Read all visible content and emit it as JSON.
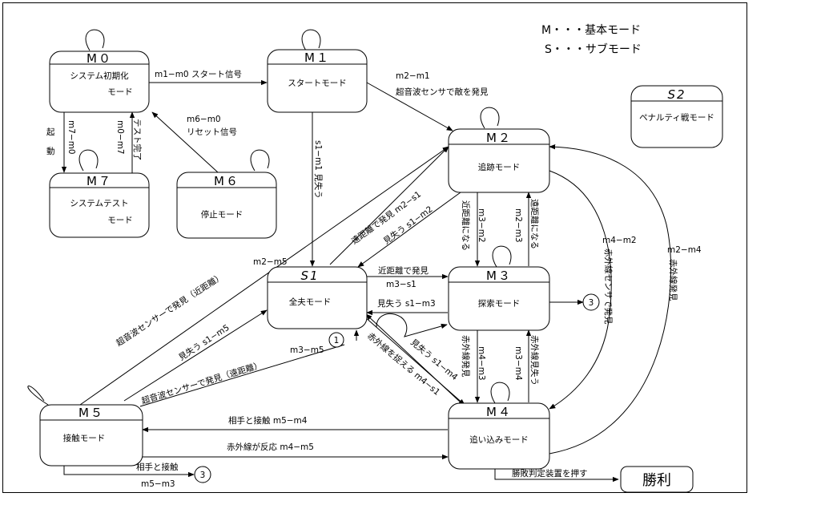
{
  "legend": {
    "main": "M・・・基本モード",
    "sub": "S・・・サブモード"
  },
  "states": {
    "m0": {
      "title": "M０",
      "line1": "システム初期化",
      "line2": "モード"
    },
    "m1": {
      "title": "M１",
      "line1": "スタートモード"
    },
    "m2": {
      "title": "M２",
      "line1": "追跡モード"
    },
    "m3": {
      "title": "M３",
      "line1": "探索モード"
    },
    "m4": {
      "title": "M４",
      "line1": "追い込みモード"
    },
    "m5": {
      "title": "M５",
      "line1": "接触モード"
    },
    "m6": {
      "title": "M６",
      "line1": "停止モード"
    },
    "m7": {
      "title": "M７",
      "line1": "システムテスト",
      "line2": "モード"
    },
    "s1": {
      "title": "S1",
      "line1": "全夫モード"
    },
    "s2": {
      "title": "S2",
      "line1": "ペナルティ戦モード"
    }
  },
  "victory": "勝利",
  "connector": "3",
  "connector_1": "1",
  "transitions": {
    "m1_m0": "m1−m0 スタート信号",
    "m7_m0_a": "起",
    "m7_m0_b": "動",
    "m7_m0_code": "m7−m0",
    "m0_m7_code": "m0−m7",
    "test_done": "テスト完了",
    "m6_m0_code": "m6−m0",
    "m6_m0_text": "リセット信号",
    "m2_m1_code": "m2−m1",
    "m2_m1_text": "超音波センサで敵を発見",
    "s1_m1": "s1−m1 見失う",
    "m2_s1": "遠距離で発見 m2−s1",
    "s1_m2": "見失う s1−m2",
    "near_label": "近距離になる",
    "m3_m2_code": "m3−m2",
    "far_label": "遠距離になる",
    "m2_m3_code": "m2−m3",
    "near_found": "近距離で発見",
    "m3_s1_code": "m3−s1",
    "s1_m3": "見失う s1−m3",
    "m4_m2_code": "m4−m2",
    "m4_m2_text": "赤外線センサで発見",
    "m2_m4_code": "m2−m4",
    "m2_m4_text": "赤外線発見",
    "ir_found": "赤外線発見",
    "m4_m3_code": "m4−m3",
    "ir_lost": "赤外線見失う",
    "m3_m4_code": "m3−m4",
    "s1_m4": "見失う s1−m4",
    "ir_catch": "赤外線を捉える m4−s1",
    "m2_m5_code": "m2−m5",
    "m2_m5_text": "超音波センサーで発見（近距離）",
    "s1_m5": "見失う s1−m5",
    "m3_m5_text": "超音波センサーで発見（遠距離）",
    "m3_m5_code": "m3−m5",
    "m5_m4": "相手と接触 m5−m4",
    "m4_m5": "赤外線が反応 m4−m5",
    "m5_m3_text": "相手と接触",
    "m5_m3_code": "m5−m3",
    "victory_label": "勝敗判定装置を押す"
  }
}
